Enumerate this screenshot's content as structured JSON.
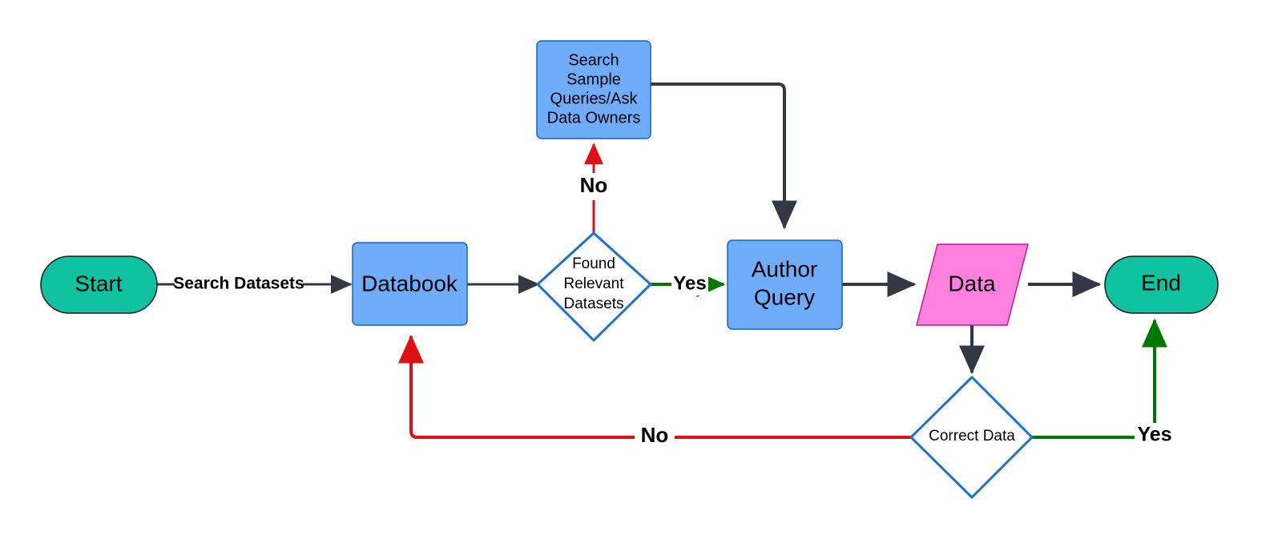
{
  "diagram": {
    "type": "flowchart",
    "title": "Databook dataset discovery and query authoring flow",
    "background": "#ffffff",
    "palette": {
      "terminator_fill": "#0FC2A0",
      "terminator_stroke": "#1a1a1a",
      "process_fill": "#6FACFA",
      "process_stroke": "#1565C0",
      "decision_fill": "#ffffff",
      "decision_stroke": "#1A73D4",
      "data_fill": "#FF80DF",
      "data_stroke": "#C2188C",
      "edge_default": "#333844",
      "edge_yes": "#007700",
      "edge_no": "#DD1111",
      "text": "#000000"
    }
  },
  "nodes": {
    "start": {
      "id": "start",
      "label": "Start",
      "shape": "stadium"
    },
    "databook": {
      "id": "databook",
      "label": "Databook",
      "shape": "rounded-rect"
    },
    "found_relevant": {
      "id": "found_relevant",
      "shape": "diamond",
      "lines": [
        "Found",
        "Relevant",
        "Datasets"
      ]
    },
    "search_sample": {
      "id": "search_sample",
      "shape": "rounded-rect",
      "lines": [
        "Search",
        "Sample",
        "Queries/Ask",
        "Data Owners"
      ]
    },
    "author_query": {
      "id": "author_query",
      "shape": "rounded-rect",
      "lines": [
        "Author",
        "Query"
      ]
    },
    "data": {
      "id": "data",
      "label": "Data",
      "shape": "parallelogram"
    },
    "correct_data": {
      "id": "correct_data",
      "label": "Correct Data",
      "shape": "diamond"
    },
    "end": {
      "id": "end",
      "label": "End",
      "shape": "stadium"
    }
  },
  "edges": [
    {
      "id": "start-to-databook",
      "from": "start",
      "to": "databook",
      "label": "Search Datasets",
      "color": "default"
    },
    {
      "id": "databook-to-found",
      "from": "databook",
      "to": "found_relevant",
      "label": "",
      "color": "default"
    },
    {
      "id": "found-no-to-search-sample",
      "from": "found_relevant",
      "to": "search_sample",
      "label": "No",
      "color": "no"
    },
    {
      "id": "found-yes-to-author",
      "from": "found_relevant",
      "to": "author_query",
      "label": "Yes",
      "color": "yes"
    },
    {
      "id": "search-sample-to-author",
      "from": "search_sample",
      "to": "author_query",
      "label": "",
      "color": "default"
    },
    {
      "id": "author-to-data",
      "from": "author_query",
      "to": "data",
      "label": "",
      "color": "default"
    },
    {
      "id": "data-to-end",
      "from": "data",
      "to": "end",
      "label": "",
      "color": "default"
    },
    {
      "id": "data-to-correct",
      "from": "data",
      "to": "correct_data",
      "label": "",
      "color": "default"
    },
    {
      "id": "correct-no-to-databook",
      "from": "correct_data",
      "to": "databook",
      "label": "No",
      "color": "no"
    },
    {
      "id": "correct-yes-to-end",
      "from": "correct_data",
      "to": "end",
      "label": "Yes",
      "color": "yes"
    }
  ]
}
